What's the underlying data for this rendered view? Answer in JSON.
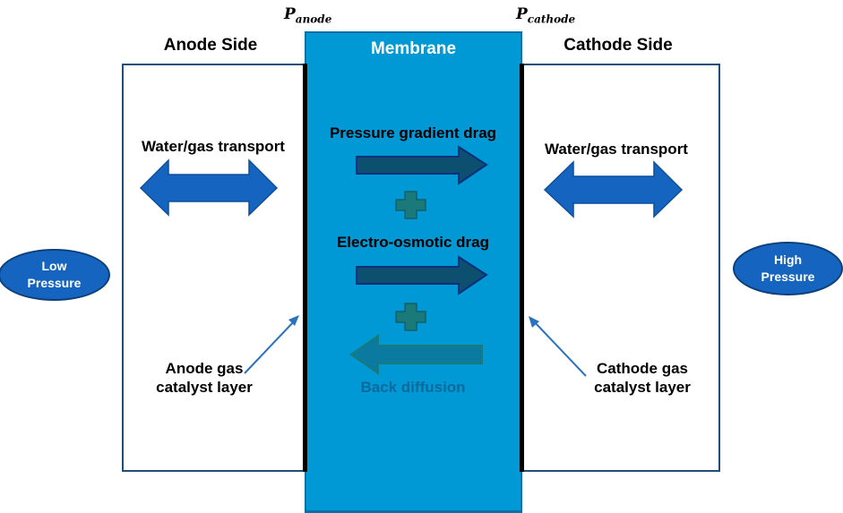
{
  "diagram": {
    "anode": {
      "title": "Anode Side",
      "transport_label": "Water/gas transport",
      "catalyst_label_line1": "Anode gas",
      "catalyst_label_line2": "catalyst layer",
      "pressure_symbol": "P",
      "pressure_subscript": "anode"
    },
    "membrane": {
      "title": "Membrane",
      "mechanisms": [
        {
          "label": "Pressure gradient drag",
          "direction": "right"
        },
        {
          "label": "Electro-osmotic drag",
          "direction": "right"
        },
        {
          "label": "Back diffusion",
          "direction": "left"
        }
      ],
      "combiner_symbol": "plus"
    },
    "cathode": {
      "title": "Cathode Side",
      "transport_label": "Water/gas transport",
      "catalyst_label_line1": "Cathode gas",
      "catalyst_label_line2": "catalyst layer",
      "pressure_symbol": "P",
      "pressure_subscript": "cathode"
    },
    "low_pressure": {
      "line1": "Low",
      "line2": "Pressure"
    },
    "high_pressure": {
      "line1": "High",
      "line2": "Pressure"
    },
    "colors": {
      "membrane_fill": "#0099d6",
      "side_border": "#1f4e79",
      "transport_arrow": "#1565c0",
      "drag_arrow": "#0d4f6e",
      "plus_sign": "#1a7a7a",
      "back_diffusion_arrow": "#0b7aa0",
      "pressure_ellipse": "#1565c0"
    }
  }
}
